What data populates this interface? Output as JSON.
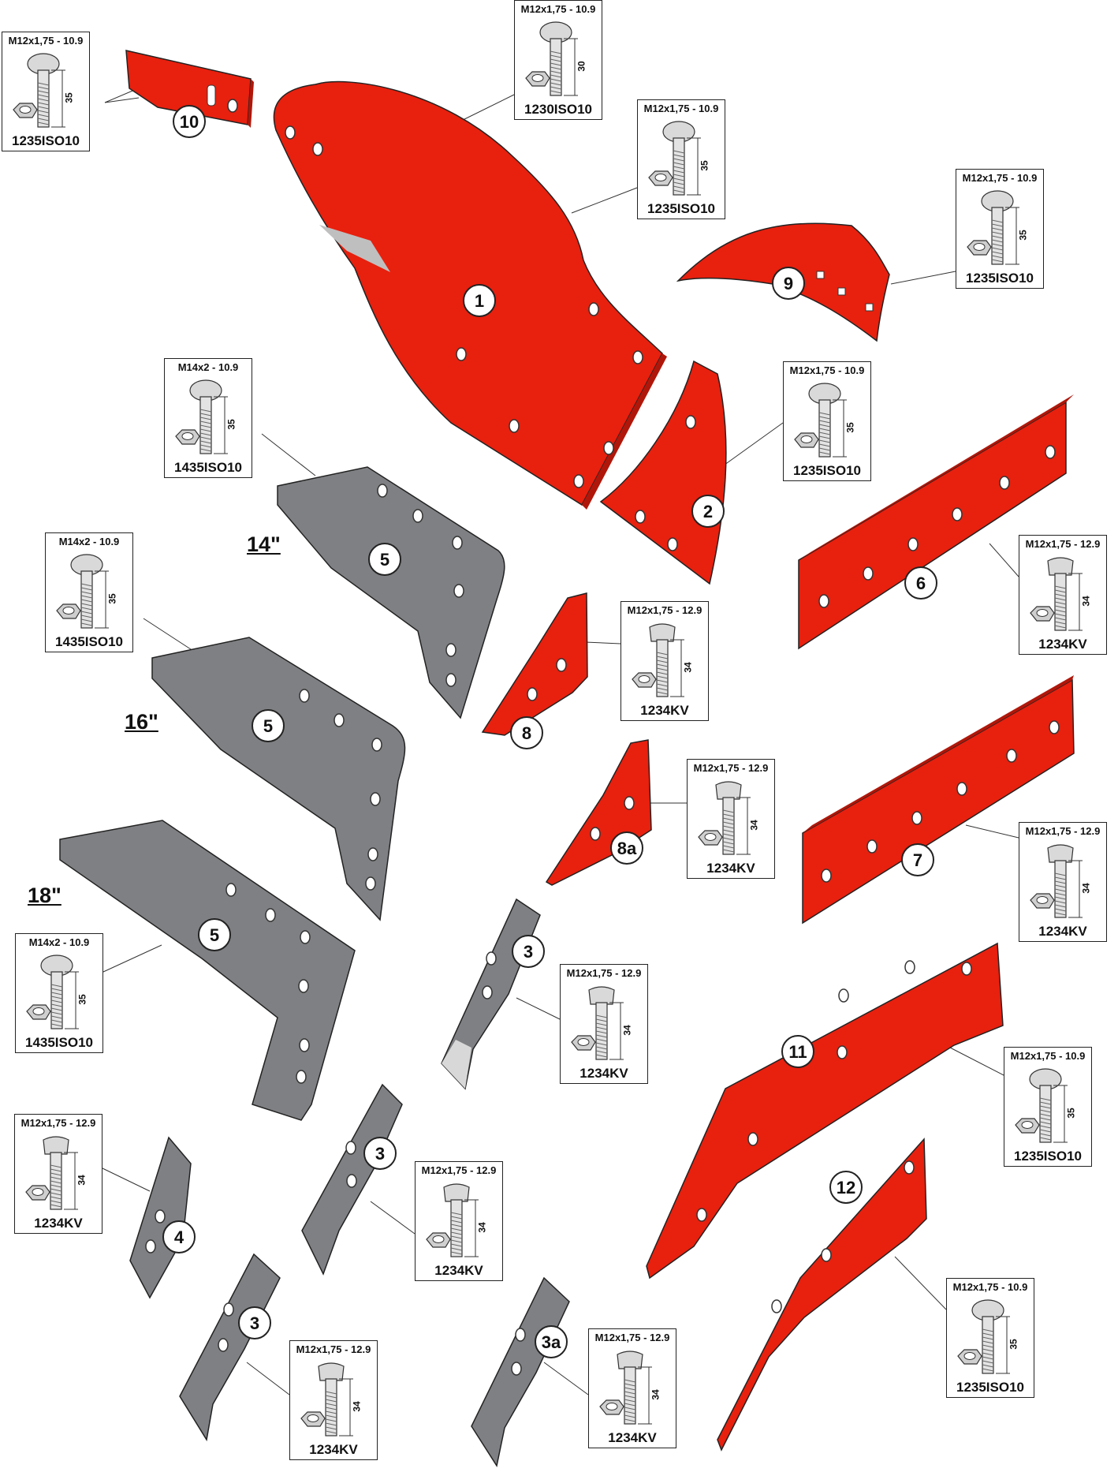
{
  "colors": {
    "red_part": "#e8200e",
    "grey_part": "#7f8083",
    "outline": "#222222"
  },
  "part_labels": {
    "p1": "1",
    "p2": "2",
    "p3a": "3",
    "p3b": "3",
    "p3c": "3",
    "p3d": "3a",
    "p4": "4",
    "p5a": "5",
    "p5b": "5",
    "p5c": "5",
    "p6": "6",
    "p7": "7",
    "p8": "8",
    "p8a": "8a",
    "p9": "9",
    "p10": "10",
    "p11": "11",
    "p12": "12"
  },
  "size_labels": {
    "s14": "14\"",
    "s16": "16\"",
    "s18": "18\""
  },
  "bolts": {
    "b10": {
      "spec": "M12x1,75 - 10.9",
      "code": "1235ISO10",
      "length": "35",
      "head": "round"
    },
    "b1a": {
      "spec": "M12x1,75 - 10.9",
      "code": "1230ISO10",
      "length": "30",
      "head": "round"
    },
    "b1b": {
      "spec": "M12x1,75 - 10.9",
      "code": "1235ISO10",
      "length": "35",
      "head": "round"
    },
    "b9": {
      "spec": "M12x1,75 - 10.9",
      "code": "1235ISO10",
      "length": "35",
      "head": "round"
    },
    "b5a": {
      "spec": "M14x2 - 10.9",
      "code": "1435ISO10",
      "length": "35",
      "head": "round"
    },
    "b2": {
      "spec": "M12x1,75 - 10.9",
      "code": "1235ISO10",
      "length": "35",
      "head": "round"
    },
    "b5b": {
      "spec": "M14x2 - 10.9",
      "code": "1435ISO10",
      "length": "35",
      "head": "round"
    },
    "b8": {
      "spec": "M12x1,75 - 12.9",
      "code": "1234KV",
      "length": "34",
      "head": "square"
    },
    "b6": {
      "spec": "M12x1,75 - 12.9",
      "code": "1234KV",
      "length": "34",
      "head": "square"
    },
    "b8a": {
      "spec": "M12x1,75 - 12.9",
      "code": "1234KV",
      "length": "34",
      "head": "square"
    },
    "b7": {
      "spec": "M12x1,75 - 12.9",
      "code": "1234KV",
      "length": "34",
      "head": "square"
    },
    "b5c": {
      "spec": "M14x2 - 10.9",
      "code": "1435ISO10",
      "length": "35",
      "head": "round"
    },
    "b3a": {
      "spec": "M12x1,75 - 12.9",
      "code": "1234KV",
      "length": "34",
      "head": "square"
    },
    "b11": {
      "spec": "M12x1,75 - 10.9",
      "code": "1235ISO10",
      "length": "35",
      "head": "round"
    },
    "b4": {
      "spec": "M12x1,75 - 12.9",
      "code": "1234KV",
      "length": "34",
      "head": "square"
    },
    "b3b": {
      "spec": "M12x1,75 - 12.9",
      "code": "1234KV",
      "length": "34",
      "head": "square"
    },
    "b12": {
      "spec": "M12x1,75 - 10.9",
      "code": "1235ISO10",
      "length": "35",
      "head": "round"
    },
    "b3c": {
      "spec": "M12x1,75 - 12.9",
      "code": "1234KV",
      "length": "34",
      "head": "square"
    },
    "b3d": {
      "spec": "M12x1,75 - 12.9",
      "code": "1234KV",
      "length": "34",
      "head": "square"
    }
  }
}
